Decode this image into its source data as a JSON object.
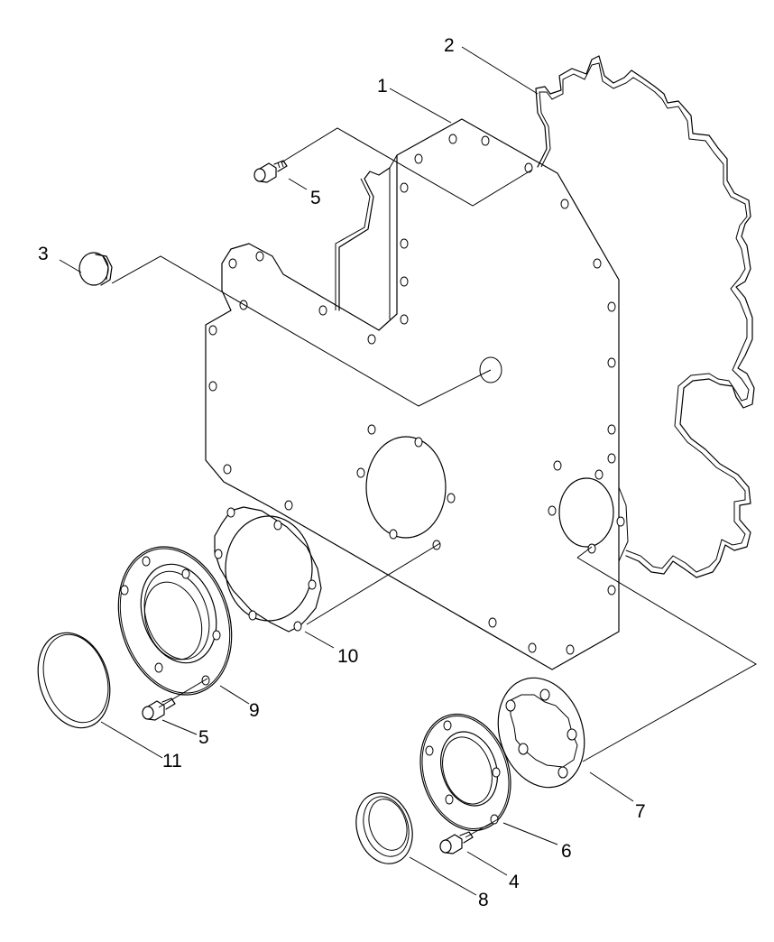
{
  "callouts": [
    {
      "id": "1",
      "label": "1"
    },
    {
      "id": "2",
      "label": "2"
    },
    {
      "id": "3",
      "label": "3"
    },
    {
      "id": "4",
      "label": "4"
    },
    {
      "id": "5a",
      "label": "5"
    },
    {
      "id": "5b",
      "label": "5"
    },
    {
      "id": "6",
      "label": "6"
    },
    {
      "id": "7",
      "label": "7"
    },
    {
      "id": "8",
      "label": "8"
    },
    {
      "id": "9",
      "label": "9"
    },
    {
      "id": "10",
      "label": "10"
    },
    {
      "id": "11",
      "label": "11"
    }
  ]
}
